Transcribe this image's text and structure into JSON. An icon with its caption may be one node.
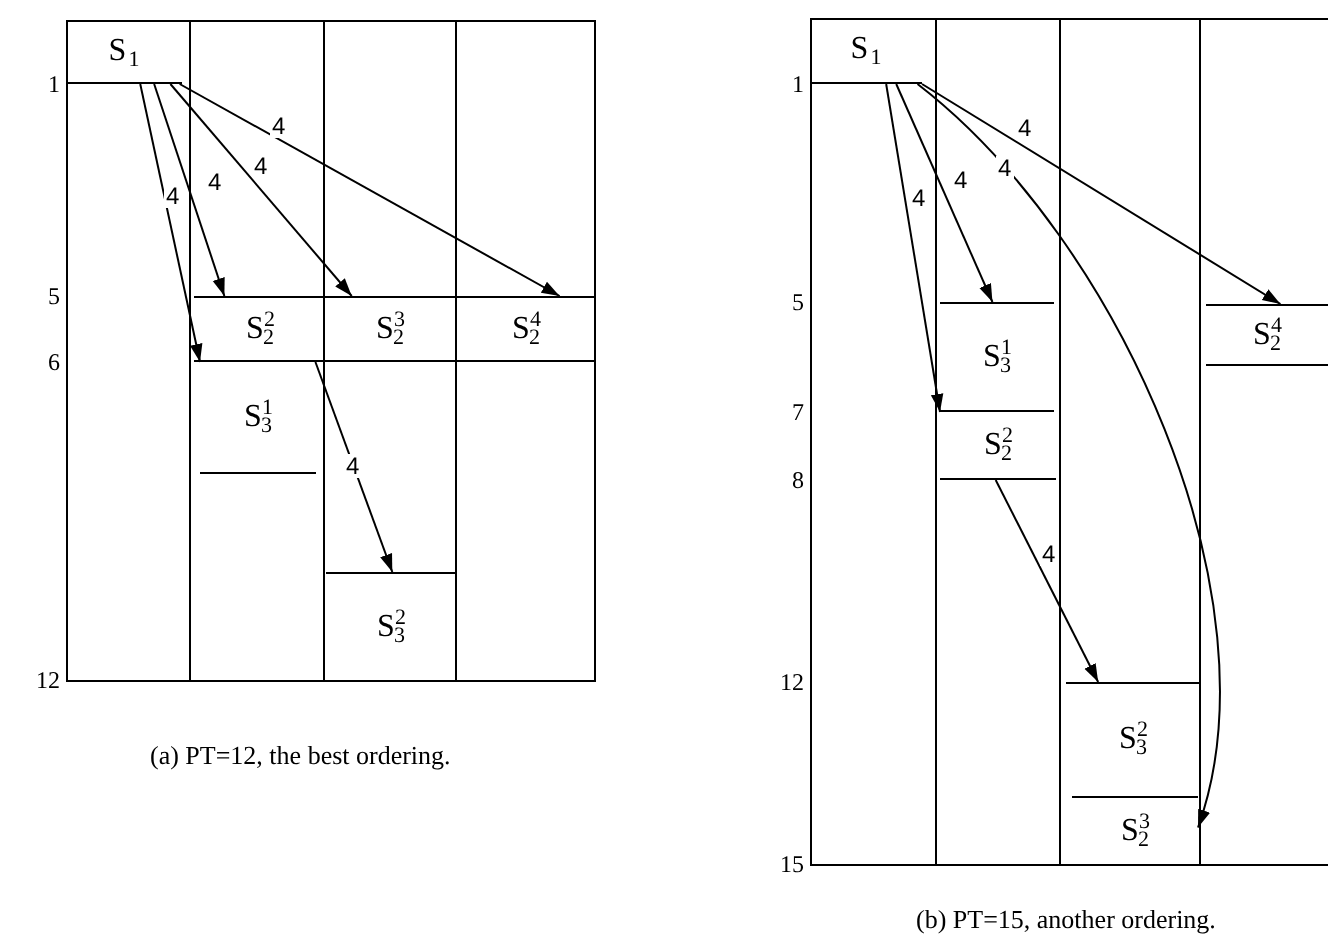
{
  "diagram": {
    "nodes": [
      {
        "text": [],
        "shape": "box",
        "beside": [
          "(a) PT=12, the best ordering."
        ]
      },
      {
        "text": [
          "S$_{1}$"
        ],
        "in": 0
      },
      {
        "text": [
          "S$^{2}$$_{2}$"
        ],
        "in": 0
      },
      {
        "text": [
          "S$^{3}$$_{2}$"
        ],
        "in": 0
      },
      {
        "text": [
          "S$^{4}$$_{2}$"
        ],
        "in": 0
      },
      {
        "text": [
          "S$^{1}$$_{3}$"
        ],
        "in": 0
      },
      {
        "text": [
          "S$^{2}$$_{3}$"
        ],
        "in": 0
      },
      {
        "text": [],
        "shape": "box",
        "beside": [
          "(b) PT=15, another ordering."
        ]
      },
      {
        "text": [
          "S$_{1}$"
        ],
        "in": 7
      },
      {
        "text": [
          "S$^{1}$$_{3}$"
        ],
        "in": 7
      },
      {
        "text": [
          "S$^{2}$$_{2}$"
        ],
        "in": 7
      },
      {
        "text": [
          "S$^{4}$$_{2}$"
        ],
        "in": 7
      },
      {
        "text": [
          "S$^{2}$$_{3}$"
        ],
        "in": 7
      },
      {
        "text": [
          "S$^{3}$$_{2}$"
        ],
        "in": 7
      }
    ],
    "edges": [
      {
        "from": 1,
        "to": 5,
        "arrow": "to",
        "label": "4"
      },
      {
        "from": 1,
        "to": 2,
        "arrow": "to",
        "label": "4"
      },
      {
        "from": 1,
        "to": 3,
        "arrow": "to",
        "label": "4"
      },
      {
        "from": 1,
        "to": 4,
        "arrow": "to",
        "label": "4"
      },
      {
        "from": 2,
        "to": 6,
        "arrow": "to",
        "label": "4"
      },
      {
        "from": 8,
        "to": 10,
        "arrow": "to",
        "label": "4"
      },
      {
        "from": 8,
        "to": 9,
        "arrow": "to",
        "label": "4"
      },
      {
        "from": 8,
        "to": 13,
        "arrow": "to",
        "label": "4"
      },
      {
        "from": 8,
        "to": 11,
        "arrow": "to",
        "label": "4"
      },
      {
        "from": 10,
        "to": 12,
        "arrow": "to",
        "label": "4"
      }
    ],
    "labels": [
      "1",
      "5",
      "6",
      "12",
      "1",
      "5",
      "7",
      "8",
      "12",
      "15"
    ]
  }
}
